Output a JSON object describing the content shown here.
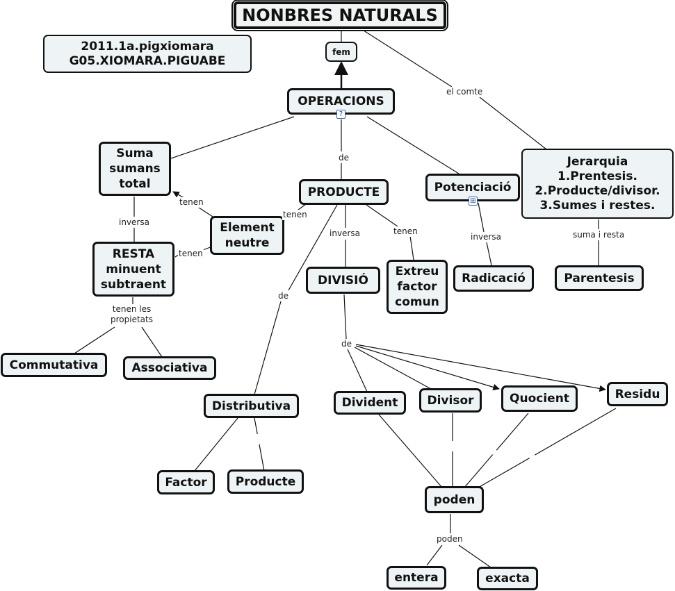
{
  "title": "NONBRES NATURALS",
  "author_box": "2011.1a.pigxiomara\nG05.XIOMARA.PIGUABE",
  "nodes": {
    "fem": "fem",
    "operacions": "OPERACIONS",
    "suma": "Suma\nsumans\ntotal",
    "producte": "PRODUCTE",
    "potenciacio": "Potenciació",
    "jerarquia": "Jerarquia\n1.Prentesis.\n2.Producte/divisor.\n3.Sumes i restes.",
    "element_neutre": "Element\nneutre",
    "resta": "RESTA\nminuent\nsubtraent",
    "divisio": "DIVISIÓ",
    "extreu": "Extreu\nfactor\ncomun",
    "radicacio": "Radicació",
    "parentesis": "Parentesis",
    "commutativa": "Commutativa",
    "associativa": "Associativa",
    "distributiva": "Distributiva",
    "dividend": "Divident",
    "divisor": "Divisor",
    "quocient": "Quocient",
    "residu": "Residu",
    "factor": "Factor",
    "producte2": "Producte",
    "poden": "poden",
    "entera": "entera",
    "exacta": "exacta"
  },
  "labels": {
    "el_comte": "el comte",
    "de_1": "de",
    "tenen_1": "tenen",
    "inversa_1": "inversa",
    "tenen_2": "tenen",
    "tenen_3": "tenen",
    "inversa_2": "inversa",
    "tenen_4": "tenen",
    "inversa_3": "inversa",
    "suma_i_resta": "suma i resta",
    "tenen_les_propietats": "tenen les\npropietats",
    "de_2": "de",
    "de_3": "de",
    "poden_lbl": "poden"
  },
  "icons": {
    "operacions_badge": "document-link-icon",
    "potenciacio_badge": "concept-map-link-icon"
  },
  "colors": {
    "node_fill": "#eef4f5",
    "border": "#111111",
    "badge": "#3a64a8"
  }
}
